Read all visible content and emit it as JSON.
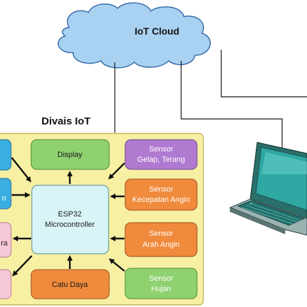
{
  "cloud": {
    "label": "IoT Cloud"
  },
  "device_group": {
    "title": "Divais IoT"
  },
  "blocks": {
    "display": "Display",
    "mcu_line1": "ESP32",
    "mcu_line2": "Microcontroller",
    "sensor_light_line1": "Sensor",
    "sensor_light_line2": "Gelap, Terang",
    "sensor_speed_line1": "Sensor",
    "sensor_speed_line2": "Kecepatan Angin",
    "sensor_dir_line1": "Sensor",
    "sensor_dir_line2": "Arah Angin",
    "power": "Catu Daya",
    "sensor_rain_line1": "Sensor",
    "sensor_rain_line2": "Hujan",
    "left_partial_2": "n",
    "left_partial_3": "ra"
  },
  "colors": {
    "panel": "#f7f0a3",
    "green": "#8fd16f",
    "purple": "#b07ad0",
    "orange": "#f08a3c",
    "mcu": "#d9f4f7",
    "cyan": "#3aaee0",
    "pink": "#f6c8d8",
    "cloud": "#a9d1f2"
  }
}
